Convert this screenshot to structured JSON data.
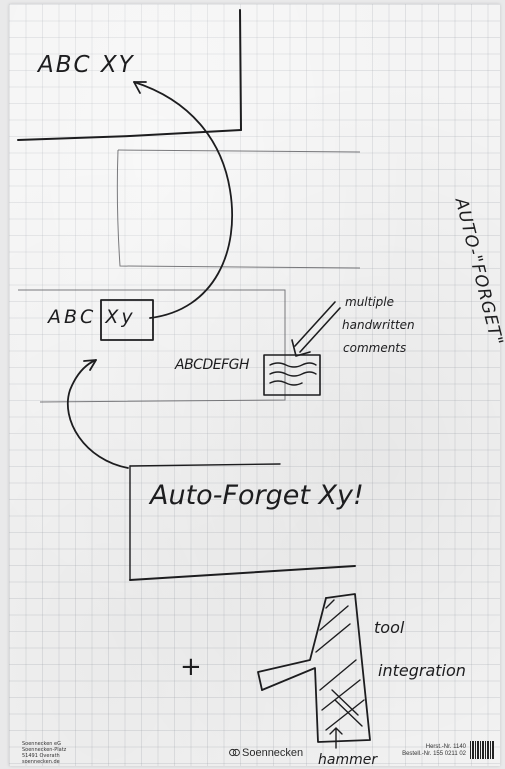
{
  "sketch": {
    "top_label": "ABC XY",
    "middle_label": "ABC Xy",
    "long_label": "ABCDEFGH",
    "comment_note": [
      "multiple",
      "handwritten",
      "comments"
    ],
    "side_note": "AUTO-\"FORGET\"",
    "box_text": "Auto-Forget Xy!",
    "plus_sign": "+",
    "tool_note": [
      "tool",
      "integration"
    ],
    "hammer_label": "hammer"
  },
  "footer": {
    "company_lines": [
      "Soennecken eG",
      "Soennecken-Platz",
      "51491 Overath",
      "soennecken.de"
    ],
    "brand": "Soennecken",
    "order_lines": [
      "Herst.-Nr. 1140",
      "Bestell.-Nr. 155 0211 02"
    ]
  }
}
